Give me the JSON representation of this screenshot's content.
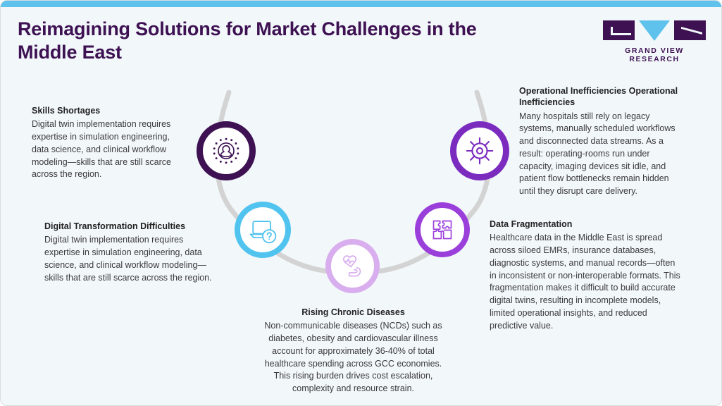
{
  "header": {
    "title": "Reimagining Solutions for Market Challenges in the Middle East",
    "logo_brand": "GRAND VIEW RESEARCH"
  },
  "theme": {
    "background": "#f2f7fa",
    "top_accent": "#5ec2ed",
    "title_color": "#3d1152",
    "connector": "#d3d3d3"
  },
  "nodes": [
    {
      "id": "skills-shortages",
      "icon": "person-badge-icon",
      "color": "#3d1152"
    },
    {
      "id": "digital-transformation",
      "icon": "laptop-question-icon",
      "color": "#51c3ef"
    },
    {
      "id": "rising-chronic-diseases",
      "icon": "heart-muscle-icon",
      "color": "#d9aeee"
    },
    {
      "id": "data-fragmentation",
      "icon": "puzzle-icon",
      "color": "#9b3fdb"
    },
    {
      "id": "operational-inefficiencies",
      "icon": "gear-settings-icon",
      "color": "#7b2cbf"
    }
  ],
  "blocks": {
    "skills": {
      "heading": "Skills Shortages",
      "body": "Digital twin implementation requires expertise in simulation engineering, data science, and clinical workflow modeling—skills that are still scarce across the region."
    },
    "digital": {
      "heading": "Digital Transformation Difficulties",
      "body": "Digital twin implementation requires expertise in simulation engineering, data science, and clinical workflow modeling—skills that are still scarce across the region."
    },
    "operational": {
      "heading": "Operational Inefficiencies Operational Inefficiencies",
      "body": "Many hospitals still rely on legacy systems, manually scheduled workflows and disconnected data streams. As a result: operating-rooms run under capacity, imaging devices sit idle, and patient flow bottlenecks remain hidden until they disrupt care delivery."
    },
    "data": {
      "heading": "Data Fragmentation",
      "body": "Healthcare data in the Middle East is spread across siloed EMRs, insurance databases, diagnostic systems, and manual records—often in inconsistent or non-interoperable formats. This fragmentation makes it difficult to build accurate digital twins, resulting in incomplete models, limited operational insights, and reduced predictive value."
    },
    "rising": {
      "heading": "Rising Chronic Diseases",
      "body": "Non-communicable diseases (NCDs) such as diabetes, obesity and cardiovascular illness account for approximately 36-40% of total healthcare spending across GCC economies. This rising burden drives cost escalation, complexity and resource strain."
    }
  }
}
